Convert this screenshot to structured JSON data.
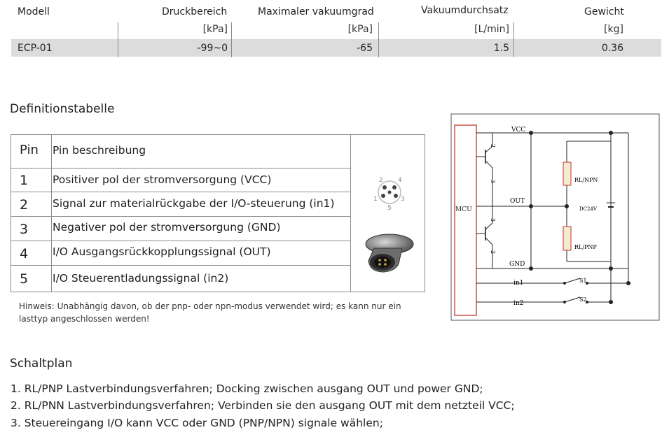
{
  "spec_table": {
    "headers": {
      "model": "Modell",
      "pressure_range": "Druckbereich",
      "max_vacuum": "Maximaler vakuumgrad",
      "vacuum_flow": "Vakuumdurchsatz",
      "weight": "Gewicht"
    },
    "units": {
      "pressure_range": "[kPa]",
      "max_vacuum": "[kPa]",
      "vacuum_flow": "[L/min]",
      "weight": "[kg]"
    },
    "row": {
      "model": "ECP-01",
      "pressure_range": "-99~0",
      "max_vacuum": "-65",
      "vacuum_flow": "1.5",
      "weight": "0.36"
    }
  },
  "definition_section": {
    "title": "Definitionstabelle",
    "pin_header": "Pin",
    "desc_header": "Pin beschreibung",
    "pins": [
      {
        "num": "1",
        "desc": "Positiver pol der stromversorgung (VCC)"
      },
      {
        "num": "2",
        "desc": "Signal zur materialrückgabe der I/O-steuerung (in1)"
      },
      {
        "num": "3",
        "desc": "Negativer pol der stromversorgung (GND)"
      },
      {
        "num": "4",
        "desc": "I/O Ausgangsrückkopplungssignal (OUT)"
      },
      {
        "num": "5",
        "desc": "I/O Steuerentladungssignal (in2)"
      }
    ],
    "connector_pin_labels": [
      "1",
      "2",
      "3",
      "4",
      "5"
    ],
    "note": "Hinweis: Unabhängig davon, ob der pnp- oder npn-modus verwendet wird; es kann nur ein lasttyp angeschlossen werden!"
  },
  "circuit": {
    "mcu": "MCU",
    "vcc": "VCC",
    "out": "OUT",
    "gnd": "GND",
    "in1": "in1",
    "in2": "in2",
    "rl_npn": "RL/NPN",
    "rl_pnp": "RL/PNP",
    "dc": "DC24V",
    "s1": "S1",
    "s2": "S2",
    "t1_pins": [
      "2",
      "3"
    ],
    "t2_pins": [
      "3",
      "2"
    ],
    "accent_color": "#c0392b"
  },
  "wiring_section": {
    "title": "Schaltplan",
    "items": [
      "1. RL/PNP Lastverbindungsverfahren; Docking zwischen ausgang OUT und power GND;",
      "2. RL/PNN Lastverbindungsverfahren; Verbinden sie den ausgang OUT mit dem netzteil VCC;",
      "3. Steuereingang I/O kann VCC oder GND (PNP/NPN) signale wählen;"
    ]
  }
}
